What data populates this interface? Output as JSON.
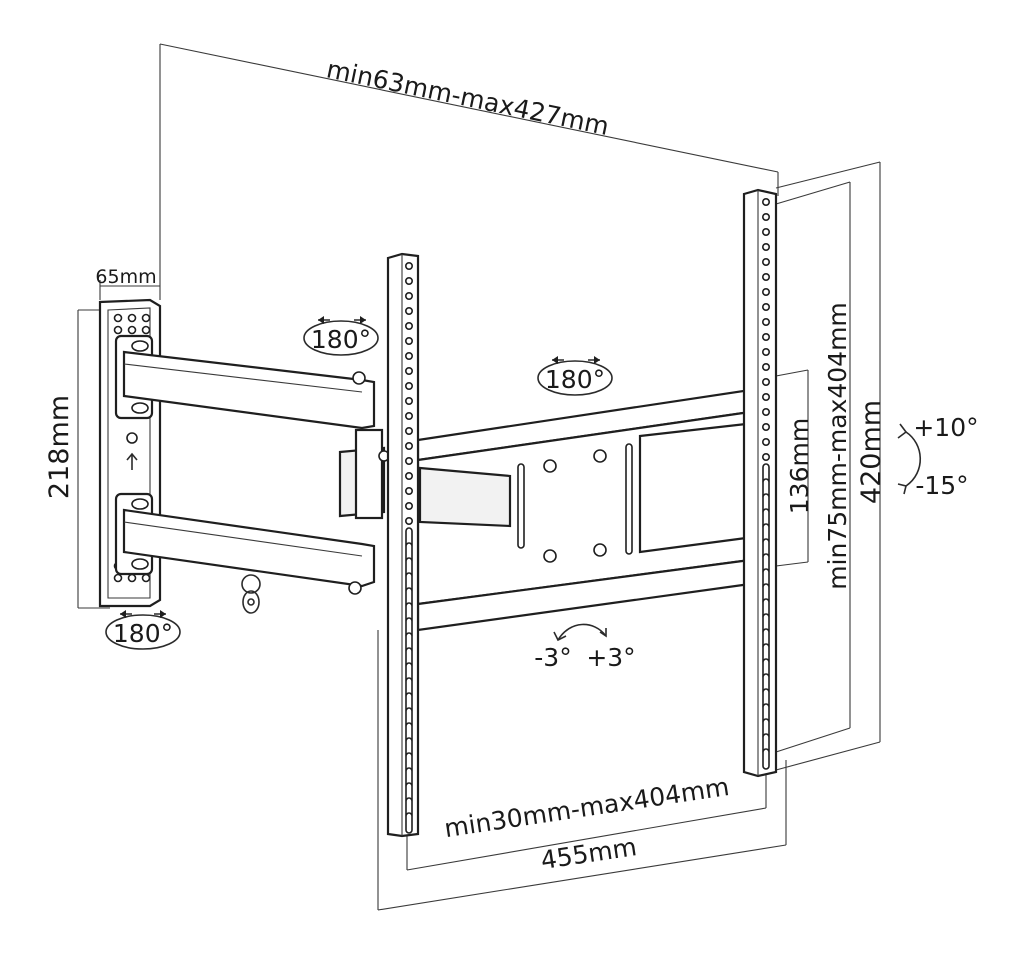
{
  "dimensions": {
    "arm_extension": "min63mm-max427mm",
    "wall_plate_depth": "65mm",
    "wall_plate_height": "218mm",
    "vesa_horizontal": "min30mm-max404mm",
    "overall_width": "455mm",
    "vesa_vertical_small": "136mm",
    "vesa_vertical": "min75mm-max404mm",
    "overall_height": "420mm"
  },
  "rotations": {
    "wall_swivel": "180°",
    "arm_swivel": "180°",
    "head_swivel": "180°",
    "tilt_up": "+10°",
    "tilt_down": "-15°",
    "level_left": "-3°",
    "level_right": "+3°"
  }
}
